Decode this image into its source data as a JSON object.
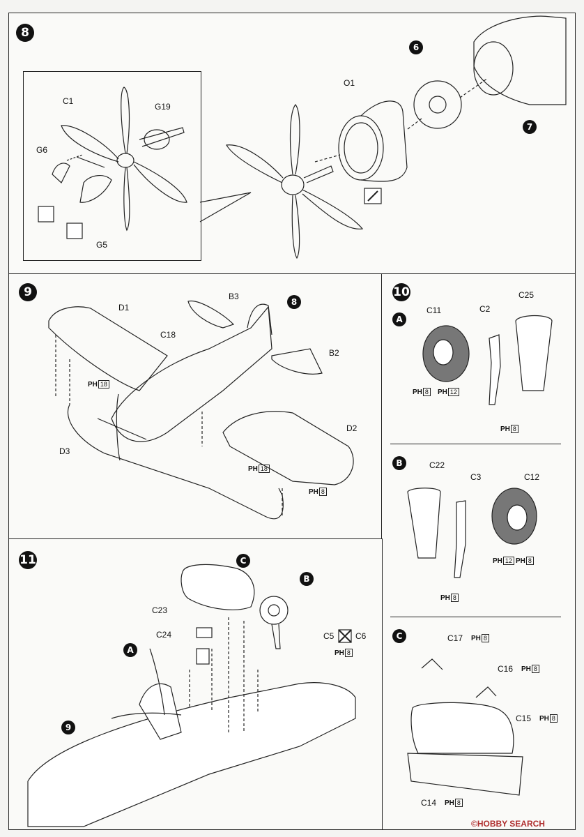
{
  "steps": {
    "s8": {
      "number": "8",
      "labels": {
        "c1": "C1",
        "g19": "G19",
        "g6": "G6",
        "g5": "G5",
        "o1": "O1",
        "p6": "6",
        "p7": "7"
      }
    },
    "s9": {
      "number": "9",
      "labels": {
        "d1": "D1",
        "b3": "B3",
        "p8": "8",
        "c18": "C18",
        "b2": "B2",
        "d3": "D3",
        "d2": "D2"
      },
      "ph": [
        {
          "prefix": "PH",
          "value": "18"
        },
        {
          "prefix": "PH",
          "value": "18"
        },
        {
          "prefix": "PH",
          "value": "8"
        }
      ]
    },
    "s10": {
      "number": "10",
      "a": {
        "letter": "A",
        "labels": {
          "c11": "C11",
          "c2": "C2",
          "c25": "C25"
        },
        "ph": [
          {
            "prefix": "PH",
            "value": "8"
          },
          {
            "prefix": "PH",
            "value": "12"
          },
          {
            "prefix": "PH",
            "value": "8"
          }
        ]
      },
      "b": {
        "letter": "B",
        "labels": {
          "c22": "C22",
          "c3": "C3",
          "c12": "C12"
        },
        "ph": [
          {
            "prefix": "PH",
            "value": "12"
          },
          {
            "prefix": "PH",
            "value": "8"
          },
          {
            "prefix": "PH",
            "value": "8"
          }
        ]
      },
      "c": {
        "letter": "C",
        "labels": {
          "c17": "C17",
          "c16": "C16",
          "c15": "C15",
          "c14": "C14"
        },
        "ph": [
          {
            "prefix": "PH",
            "value": "8"
          },
          {
            "prefix": "PH",
            "value": "8"
          },
          {
            "prefix": "PH",
            "value": "8"
          },
          {
            "prefix": "PH",
            "value": "8"
          }
        ]
      }
    },
    "s11": {
      "number": "11",
      "labels": {
        "c": "C",
        "b": "B",
        "c23": "C23",
        "c24": "C24",
        "c5": "C5",
        "c6": "C6",
        "a": "A",
        "p9": "9"
      },
      "ph": [
        {
          "prefix": "PH",
          "value": "8"
        }
      ]
    }
  },
  "watermark": "©HOBBY SEARCH"
}
